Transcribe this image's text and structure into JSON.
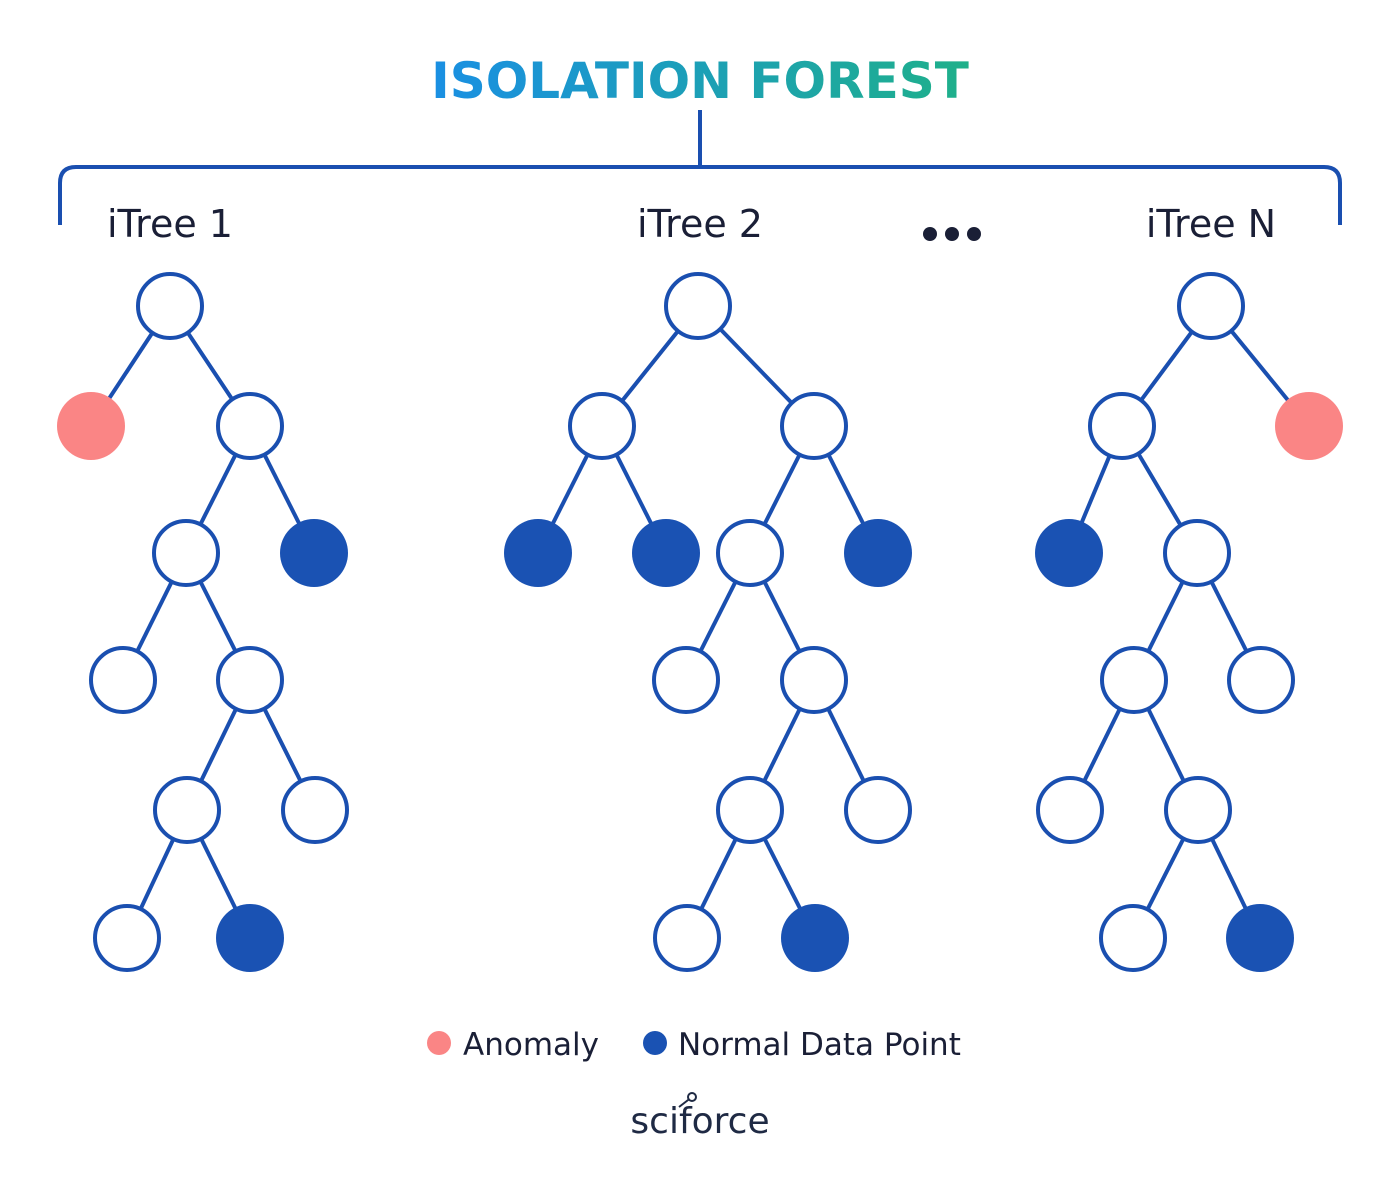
{
  "title": "ISOLATION FOREST",
  "colors": {
    "edge": "#1a4fb0",
    "normal": "#1a52b3",
    "anomaly": "#fa8585",
    "title_gradient_start": "#1a8fe3",
    "title_gradient_end": "#1fb08a",
    "text": "#1a1f36"
  },
  "ellipsis": "•••",
  "trees": [
    {
      "label": "iTree 1"
    },
    {
      "label": "iTree 2"
    },
    {
      "label": "iTree N"
    }
  ],
  "legend": {
    "anomaly_label": "Anomaly",
    "normal_label": "Normal Data Point"
  },
  "logo": "sciforce"
}
